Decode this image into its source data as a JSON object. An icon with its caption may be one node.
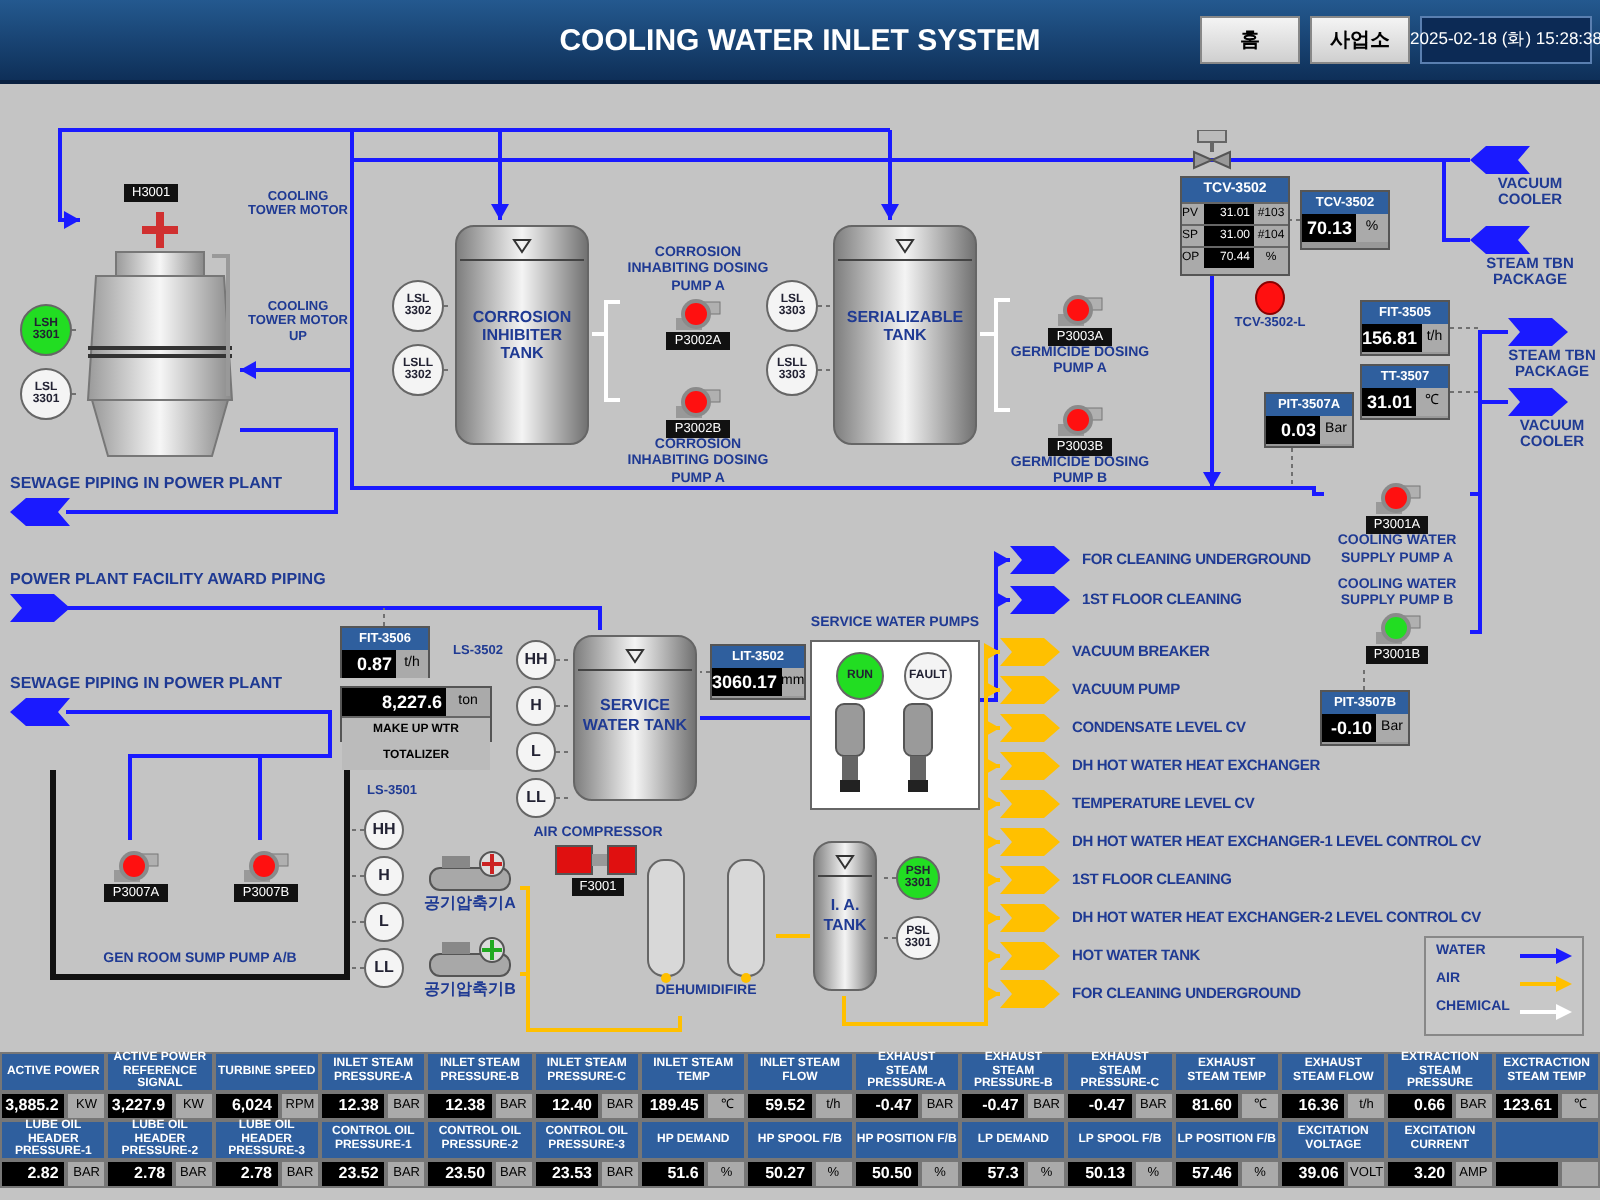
{
  "diagram": {
    "title": "COOLING WATER INLET SYSTEM",
    "nodes": [
      {
        "text": [],
        "shape": "picture",
        "beside": [
          "H3001"
        ]
      },
      {
        "text": [
          "LSH 3301"
        ]
      },
      {
        "text": [
          "LSL 3301"
        ]
      },
      {
        "text": [
          "CORROSION INHIBITER TANK"
        ]
      },
      {
        "text": [
          "LSL 3302"
        ]
      },
      {
        "text": [
          "LSLL 3302"
        ]
      },
      {
        "text": [
          "CORROSION INHABITING DOSING PUMP A",
          "P3002A"
        ]
      },
      {
        "text": [
          "P3002B",
          "CORROSION INHABITING DOSING PUMP A"
        ]
      },
      {
        "text": [
          "SERIALIZABLE TANK"
        ]
      },
      {
        "text": [
          "LSL 3303"
        ]
      },
      {
        "text": [
          "LSLL 3303"
        ]
      },
      {
        "text": [
          "P3003A",
          "GERMICIDE DOSING PUMP A"
        ]
      },
      {
        "text": [
          "P3003B",
          "GERMICIDE DOSING PUMP B"
        ]
      },
      {
        "text": [
          "TCV-3502",
          "PV",
          "31.01",
          "#103",
          "SP",
          "31.00",
          "#104",
          "OP",
          "70.44",
          "%"
        ]
      },
      {
        "text": [
          "TCV-3502",
          "70.13",
          "%"
        ]
      },
      {
        "text": [
          "TCV-3502-L"
        ]
      },
      {
        "text": [
          "VACUUM COOLER"
        ]
      },
      {
        "text": [
          "STEAM TBN PACKAGE"
        ]
      },
      {
        "text": [
          "STEAM TBN PACKAGE"
        ]
      },
      {
        "text": [
          "VACUUM COOLER"
        ]
      },
      {
        "text": [
          "FIT-3505",
          "156.81",
          "t/h"
        ]
      },
      {
        "text": [
          "TT-3507",
          "31.01",
          "℃"
        ]
      },
      {
        "text": [
          "PIT-3507A",
          "0.03",
          "Bar"
        ]
      },
      {
        "text": [
          "P3001A",
          "COOLING WATER SUPPLY PUMP A"
        ]
      },
      {
        "text": [
          "COOLING WATER SUPPLY PUMP B",
          "P3001B"
        ]
      },
      {
        "text": [
          "PIT-3507B",
          "-0.10",
          "Bar"
        ]
      },
      {
        "text": [
          "SEWAGE PIPING IN POWER PLANT"
        ]
      },
      {
        "text": [
          "POWER PLANT FACILITY AWARD PIPING"
        ]
      },
      {
        "text": [
          "FIT-3506",
          "0.87",
          "t/h"
        ]
      },
      {
        "text": [
          "8,227.6",
          "ton",
          "MAKE UP WTR TOTALIZER"
        ]
      },
      {
        "text": [
          "SEWAGE PIPING IN POWER PLANT"
        ]
      },
      {
        "text": [
          "GEN ROOM SUMP PUMP A/B"
        ]
      },
      {
        "text": [
          "P3007A"
        ],
        "in": 31
      },
      {
        "text": [
          "P3007B"
        ],
        "in": 31
      },
      {
        "text": [
          "HH"
        ]
      },
      {
        "text": [
          "H"
        ]
      },
      {
        "text": [
          "L"
        ]
      },
      {
        "text": [
          "LL"
        ]
      },
      {
        "text": [
          "SERVICE WATER TANK"
        ]
      },
      {
        "text": [
          "HH"
        ]
      },
      {
        "text": [
          "H"
        ]
      },
      {
        "text": [
          "L"
        ]
      },
      {
        "text": [
          "LL"
        ]
      },
      {
        "text": [
          "LIT-3502",
          "3060.17",
          "mm"
        ]
      },
      {
        "text": [
          "SERVICE WATER PUMPS"
        ]
      },
      {
        "text": [
          "RUN"
        ],
        "in": 44
      },
      {
        "text": [
          "FAULT"
        ],
        "in": 44
      },
      {
        "text": [
          "FOR CLEANING UNDERGROUND"
        ]
      },
      {
        "text": [
          "1ST FLOOR CLEANING"
        ]
      },
      {
        "text": [
          "공기압축기A"
        ]
      },
      {
        "text": [
          "공기압축기B"
        ]
      },
      {
        "text": [
          "AIR COMPRESSOR",
          "F3001"
        ]
      },
      {
        "text": [
          "DEHUMIDIFIRE"
        ]
      },
      {
        "text": [
          "I. A. TANK"
        ]
      },
      {
        "text": [
          "PSH 3301"
        ]
      },
      {
        "text": [
          "PSL 3301"
        ]
      },
      {
        "text": [
          "VACUUM BREAKER"
        ]
      },
      {
        "text": [
          "VACUUM PUMP"
        ]
      },
      {
        "text": [
          "CONDENSATE LEVEL CV"
        ]
      },
      {
        "text": [
          "DH HOT WATER HEAT EXCHANGER"
        ]
      },
      {
        "text": [
          "TEMPERATURE LEVEL CV"
        ]
      },
      {
        "text": [
          "DH HOT WATER HEAT EXCHANGER-1 LEVEL CONTROL CV"
        ]
      },
      {
        "text": [
          "1ST FLOOR CLEANING"
        ]
      },
      {
        "text": [
          "DH HOT WATER HEAT EXCHANGER-2 LEVEL CONTROL CV"
        ]
      },
      {
        "text": [
          "HOT WATER TANK"
        ]
      },
      {
        "text": [
          "FOR CLEANING UNDERGROUND"
        ]
      }
    ],
    "edges": [
      {
        "from": null,
        "to": 0,
        "arrow": "to",
        "color": "#1a1aff"
      },
      {
        "from": null,
        "to": 0,
        "arrow": "to",
        "color": "#1a1aff"
      },
      {
        "from": 0,
        "to": 26,
        "arrow": "none",
        "color": "#1a1aff"
      },
      {
        "from": 3,
        "to": 6,
        "arrow": "none",
        "color": "#ffffff"
      },
      {
        "from": 3,
        "to": 7,
        "arrow": "none",
        "color": "#ffffff"
      },
      {
        "from": 8,
        "to": 11,
        "arrow": "none",
        "color": "#ffffff"
      },
      {
        "from": 8,
        "to": 12,
        "arrow": "none",
        "color": "#ffffff"
      },
      {
        "from": null,
        "to": 3,
        "arrow": "to",
        "color": "#1a1aff"
      },
      {
        "from": null,
        "to": 8,
        "arrow": "to",
        "color": "#1a1aff"
      },
      {
        "from": 13,
        "to": null,
        "arrow": "to",
        "color": "#1a1aff"
      },
      {
        "from": null,
        "to": 16,
        "arrow": "none",
        "color": "#1a1aff"
      },
      {
        "from": null,
        "to": 17,
        "arrow": "none",
        "color": "#1a1aff"
      },
      {
        "from": 23,
        "to": 18,
        "arrow": "none",
        "color": "#1a1aff"
      },
      {
        "from": 23,
        "to": 19,
        "arrow": "none",
        "color": "#1a1aff"
      },
      {
        "from": 27,
        "to": 38,
        "arrow": "none",
        "color": "#1a1aff"
      },
      {
        "from": 32,
        "to": 30,
        "arrow": "none",
        "color": "#1a1aff"
      },
      {
        "from": 33,
        "to": 30,
        "arrow": "none",
        "color": "#1a1aff"
      },
      {
        "from": 38,
        "to": 44,
        "arrow": "none",
        "color": "#1a1aff"
      },
      {
        "from": 44,
        "to": 47,
        "arrow": "to",
        "color": "#1a1aff"
      },
      {
        "from": 44,
        "to": 48,
        "arrow": "to",
        "color": "#1a1aff"
      },
      {
        "from": 49,
        "to": 52,
        "arrow": "none",
        "color": "#ffc000"
      },
      {
        "from": 50,
        "to": 52,
        "arrow": "none",
        "color": "#ffc000"
      },
      {
        "from": 52,
        "to": 53,
        "arrow": "none",
        "color": "#ffc000"
      },
      {
        "from": 53,
        "to": 56,
        "arrow": "to",
        "color": "#ffc000"
      },
      {
        "from": 53,
        "to": 57,
        "arrow": "to",
        "color": "#ffc000"
      },
      {
        "from": 53,
        "to": 58,
        "arrow": "to",
        "color": "#ffc000"
      },
      {
        "from": 53,
        "to": 59,
        "arrow": "to",
        "color": "#ffc000"
      },
      {
        "from": 53,
        "to": 60,
        "arrow": "to",
        "color": "#ffc000"
      },
      {
        "from": 53,
        "to": 61,
        "arrow": "to",
        "color": "#ffc000"
      },
      {
        "from": 53,
        "to": 62,
        "arrow": "to",
        "color": "#ffc000"
      },
      {
        "from": 53,
        "to": 63,
        "arrow": "to",
        "color": "#ffc000"
      },
      {
        "from": 53,
        "to": 64,
        "arrow": "to",
        "color": "#ffc000"
      },
      {
        "from": 53,
        "to": 65,
        "arrow": "to",
        "color": "#ffc000"
      },
      {
        "from": 1,
        "to": 0,
        "arrow": "none",
        "style": "dashed",
        "color": "#707070"
      },
      {
        "from": 2,
        "to": 0,
        "arrow": "none",
        "style": "dashed",
        "color": "#707070"
      },
      {
        "from": 4,
        "to": 3,
        "arrow": "none",
        "style": "dashed",
        "color": "#707070"
      },
      {
        "from": 5,
        "to": 3,
        "arrow": "none",
        "style": "dashed",
        "color": "#707070"
      },
      {
        "from": 9,
        "to": 8,
        "arrow": "none",
        "style": "dashed",
        "color": "#707070"
      },
      {
        "from": 10,
        "to": 8,
        "arrow": "none",
        "style": "dashed",
        "color": "#707070"
      },
      {
        "from": 14,
        "to": 13,
        "arrow": "none",
        "style": "dashed",
        "color": "#707070"
      },
      {
        "from": 20,
        "to": null,
        "arrow": "none",
        "style": "dashed",
        "color": "#707070"
      },
      {
        "from": 21,
        "to": null,
        "arrow": "none",
        "style": "dashed",
        "color": "#707070"
      },
      {
        "from": 22,
        "to": null,
        "arrow": "none",
        "style": "dashed",
        "color": "#707070"
      },
      {
        "from": 25,
        "to": 24,
        "arrow": "none",
        "style": "dashed",
        "color": "#707070"
      },
      {
        "from": 28,
        "to": null,
        "arrow": "none",
        "style": "dashed",
        "color": "#707070"
      },
      {
        "from": 34,
        "to": 31,
        "arrow": "none",
        "style": "dashed",
        "color": "#707070"
      },
      {
        "from": 35,
        "to": 31,
        "arrow": "none",
        "style": "dashed",
        "color": "#707070"
      },
      {
        "from": 36,
        "to": 31,
        "arrow": "none",
        "style": "dashed",
        "color": "#707070"
      },
      {
        "from": 37,
        "to": 31,
        "arrow": "none",
        "style": "dashed",
        "color": "#707070"
      },
      {
        "from": 39,
        "to": 38,
        "arrow": "none",
        "style": "dashed",
        "color": "#707070"
      },
      {
        "from": 40,
        "to": 38,
        "arrow": "none",
        "style": "dashed",
        "color": "#707070"
      },
      {
        "from": 41,
        "to": 38,
        "arrow": "none",
        "style": "dashed",
        "color": "#707070"
      },
      {
        "from": 42,
        "to": 38,
        "arrow": "none",
        "style": "dashed",
        "color": "#707070"
      },
      {
        "from": 43,
        "to": 38,
        "arrow": "none",
        "style": "dashed",
        "color": "#707070"
      },
      {
        "from": 54,
        "to": 53,
        "arrow": "none",
        "style": "dashed",
        "color": "#707070"
      },
      {
        "from": 55,
        "to": 53,
        "arrow": "none",
        "style": "dashed",
        "color": "#707070"
      },
      {
        "from": null,
        "to": 23,
        "arrow": "none",
        "color": "#1a1aff"
      },
      {
        "from": 24,
        "to": 23,
        "arrow": "none",
        "color": "#1a1aff"
      }
    ],
    "labels": [
      "홈",
      "사업소",
      "2025-02-18 (화) 15:28:38",
      "COOLING TOWER MOTOR",
      "COOLING TOWER MOTOR UP",
      "LS-3502",
      "LS-3501",
      "ACTIVE POWER",
      "ACTIVE POWER REFERENCE SIGNAL",
      "TURBINE SPEED",
      "INLET STEAM PRESSURE-A",
      "INLET STEAM PRESSURE-B",
      "INLET STEAM PRESSURE-C",
      "INLET STEAM TEMP",
      "INLET STEAM FLOW",
      "EXHAUST STEAM PRESSURE-A",
      "EXHAUST STEAM PRESSURE-B",
      "EXHAUST STEAM PRESSURE-C",
      "EXHAUST STEAM TEMP",
      "EXHAUST STEAM FLOW",
      "EXTRACTION STEAM PRESSURE",
      "EXCTRACTION STEAM TEMP",
      "3,885.2",
      "KW",
      "3,227.9",
      "KW",
      "6,024",
      "RPM",
      "12.38",
      "BAR",
      "12.38",
      "BAR",
      "12.40",
      "BAR",
      "189.45",
      "℃",
      "59.52",
      "t/h",
      "-0.47",
      "BAR",
      "-0.47",
      "BAR",
      "-0.47",
      "BAR",
      "81.60",
      "℃",
      "16.36",
      "t/h",
      "0.66",
      "BAR",
      "123.61",
      "℃",
      "LUBE OIL HEADER PRESSURE-1",
      "LUBE OIL HEADER PRESSURE-2",
      "LUBE OIL HEADER PRESSURE-3",
      "CONTROL OIL PRESSURE-1",
      "CONTROL OIL PRESSURE-2",
      "CONTROL OIL PRESSURE-3",
      "HP DEMAND",
      "HP SPOOL F/B",
      "HP POSITION F/B",
      "LP DEMAND",
      "LP SPOOL F/B",
      "LP POSITION F/B",
      "EXCITATION VOLTAGE",
      "EXCITATION CURRENT",
      "2.82",
      "BAR",
      "2.78",
      "BAR",
      "2.78",
      "BAR",
      "23.52",
      "BAR",
      "23.50",
      "BAR",
      "23.53",
      "BAR",
      "51.6",
      "%",
      "50.27",
      "%",
      "50.50",
      "%",
      "57.3",
      "%",
      "50.13",
      "%",
      "57.46",
      "%",
      "39.06",
      "VOLT",
      "3.20",
      "AMP"
    ],
    "legend": [
      {
        "text": "WATER",
        "color": "#1a1aff"
      },
      {
        "text": "AIR",
        "color": "#ffc000"
      },
      {
        "text": "CHEMICAL",
        "color": "#ffffff"
      }
    ]
  }
}
